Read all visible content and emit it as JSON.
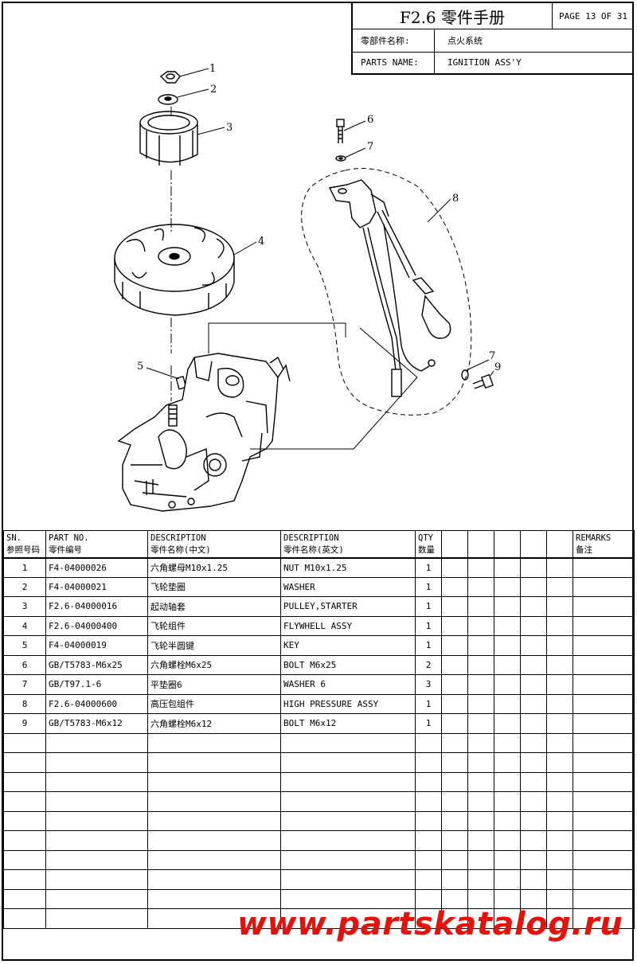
{
  "header": {
    "title": "F2.6 零件手册",
    "page": "PAGE 13 OF 31",
    "name_label_cn": "零部件名称:",
    "name_value_cn": "点火系统",
    "name_label_en": "PARTS NAME:",
    "name_value_en": "IGNITION ASS'Y"
  },
  "callouts": [
    "1",
    "2",
    "3",
    "4",
    "5",
    "6",
    "7",
    "8",
    "7",
    "9"
  ],
  "table": {
    "headers": {
      "sn_en": "SN.",
      "sn_cn": "参照号码",
      "part_en": "PART NO.",
      "part_cn": "零件编号",
      "desc_en": "DESCRIPTION",
      "desc_cn": "零件名称(中文)",
      "desc2_en": "DESCRIPTION",
      "desc2_cn": "零件名称(英文)",
      "qty_en": "QTY",
      "qty_cn": "数量",
      "remarks_en": "REMARKS",
      "remarks_cn": "备注"
    },
    "rows": [
      {
        "sn": "1",
        "part_no": "F4-04000026",
        "desc_cn": "六角螺母M10x1.25",
        "desc_en": "NUT M10x1.25",
        "qty": "1"
      },
      {
        "sn": "2",
        "part_no": "F4-04000021",
        "desc_cn": "飞轮垫圈",
        "desc_en": "WASHER",
        "qty": "1"
      },
      {
        "sn": "3",
        "part_no": "F2.6-04000016",
        "desc_cn": "起动轴套",
        "desc_en": " PULLEY,STARTER",
        "qty": "1"
      },
      {
        "sn": "4",
        "part_no": "F2.6-04000400",
        "desc_cn": "飞轮组件",
        "desc_en": "FLYWHELL ASSY",
        "qty": "1"
      },
      {
        "sn": "5",
        "part_no": "F4-04000019",
        "desc_cn": "飞轮半圆键",
        "desc_en": "KEY",
        "qty": "1"
      },
      {
        "sn": "6",
        "part_no": "GB/T5783-M6x25",
        "desc_cn": "六角螺栓M6x25",
        "desc_en": "BOLT M6x25",
        "qty": "2"
      },
      {
        "sn": "7",
        "part_no": "GB/T97.1-6",
        "desc_cn": "平垫圈6",
        "desc_en": "WASHER 6",
        "qty": "3"
      },
      {
        "sn": "8",
        "part_no": "F2.6-04000600",
        "desc_cn": "高压包组件",
        "desc_en": "HIGH PRESSURE ASSY",
        "qty": "1"
      },
      {
        "sn": "9",
        "part_no": "GB/T5783-M6x12",
        "desc_cn": "六角螺栓M6x12",
        "desc_en": "BOLT M6x12",
        "qty": "1"
      }
    ],
    "empty_rows": 10
  },
  "watermark": "www.partskatalog.ru",
  "colors": {
    "line": "#000000",
    "watermark": "#e3120b"
  }
}
